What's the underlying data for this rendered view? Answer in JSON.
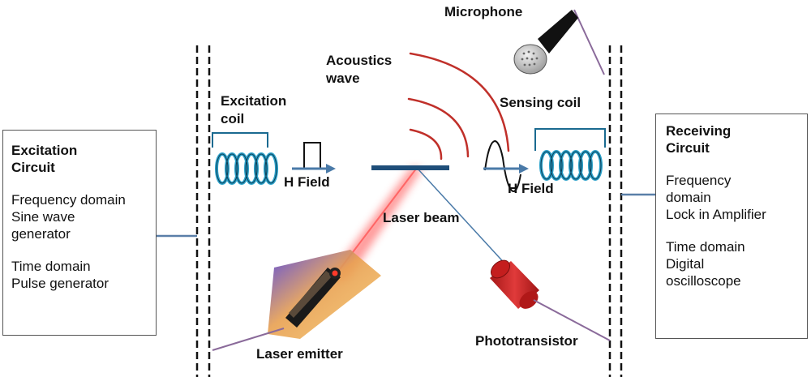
{
  "left_box": {
    "title": [
      "Excitation",
      "Circuit"
    ],
    "group1": [
      "Frequency domain",
      "Sine wave",
      "generator"
    ],
    "group2": [
      "Time domain",
      "Pulse generator"
    ]
  },
  "right_box": {
    "title": [
      "Receiving",
      "Circuit"
    ],
    "group1": [
      "Frequency",
      "domain",
      "Lock in Amplifier"
    ],
    "group2": [
      "Time domain",
      "Digital",
      "oscilloscope"
    ]
  },
  "labels": {
    "microphone": "Microphone",
    "acoustics_wave": [
      "Acoustics",
      "wave"
    ],
    "excitation_coil": [
      "Excitation",
      "coil"
    ],
    "sensing_coil": "Sensing coil",
    "h_field_left": "H Field",
    "h_field_right": "H Field",
    "laser_beam": "Laser beam",
    "laser_emitter": "Laser emitter",
    "phototransistor": "Phototransistor"
  },
  "colors": {
    "wire": "#5a7fa8",
    "coil": "#2aa0c8",
    "coil_dark": "#1a6a90",
    "sample": "#1f4e79",
    "acoustic_arc": "#c0302a",
    "laser": "#ff6a6a",
    "lead": "#8a6a9a",
    "cylinder": "#d32a2a"
  }
}
